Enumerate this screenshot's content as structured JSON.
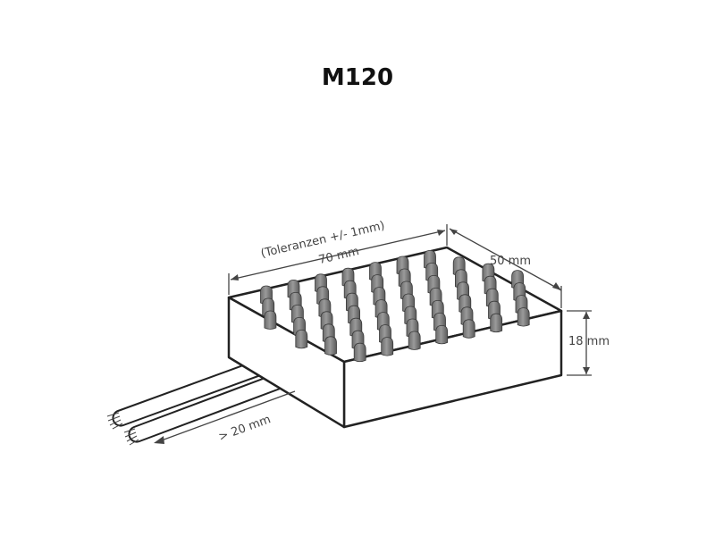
{
  "title": "M120",
  "labels": {
    "tolerance": "(Toleranzen +/- 1mm)",
    "length": "70 mm",
    "width": "50 mm",
    "height": "18 mm",
    "cable": "> 20 mm"
  }
}
